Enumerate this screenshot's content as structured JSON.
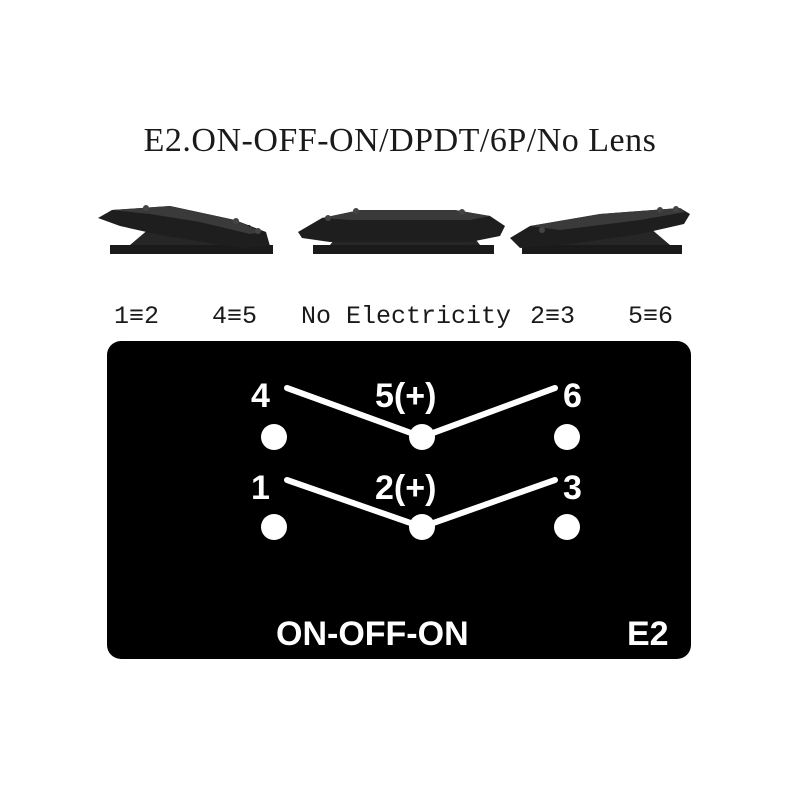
{
  "title": "E2.ON-OFF-ON/DPDT/6P/No Lens",
  "switch_icons": [
    "rocker-tilted-left-icon",
    "rocker-center-icon",
    "rocker-tilted-right-icon"
  ],
  "state_labels": {
    "left_a": "1≡2",
    "left_b": "4≡5",
    "center": "No Electricity",
    "right_a": "2≡3",
    "right_b": "5≡6"
  },
  "pins": {
    "p4": "4",
    "p5": "5(+)",
    "p6": "6",
    "p1": "1",
    "p2": "2(+)",
    "p3": "3"
  },
  "panel": {
    "function_label": "ON-OFF-ON",
    "model_label": "E2"
  },
  "colors": {
    "panel_background": "#000000",
    "diagram_foreground": "#ffffff",
    "switch_body": "#1c1c1c"
  }
}
